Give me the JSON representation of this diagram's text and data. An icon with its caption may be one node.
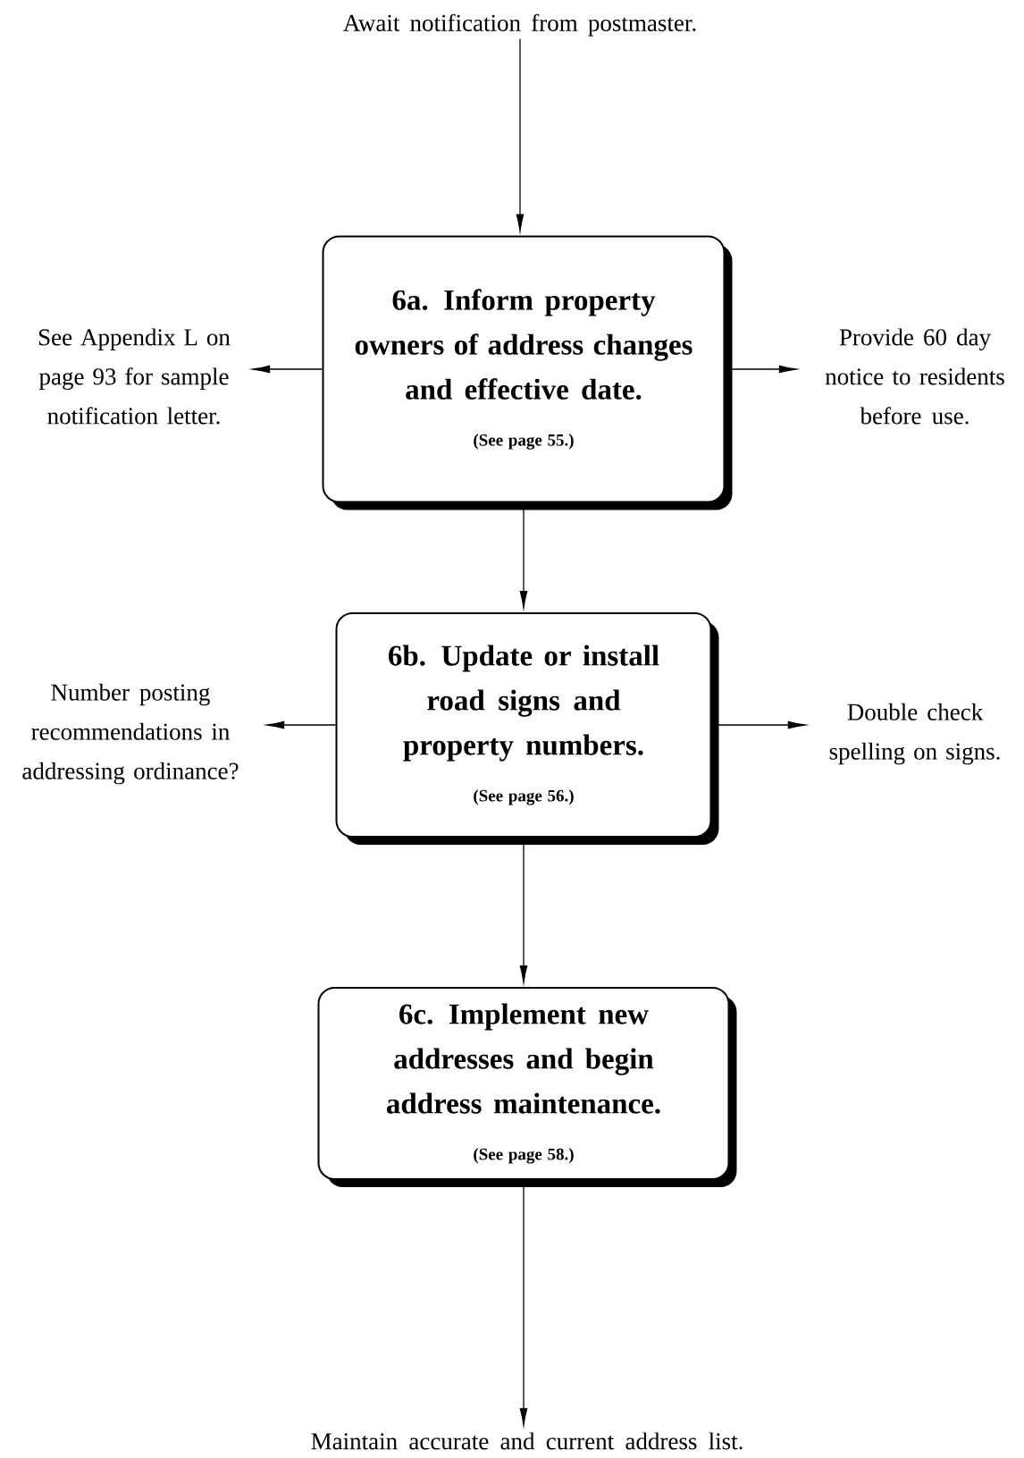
{
  "diagram": {
    "nodes": [
      {
        "text": [
          "Await notification from postmaster."
        ]
      },
      {
        "text": [
          "6a. Inform property owners of address changes and effective date.",
          "(See page 55.)"
        ]
      },
      {
        "text": [
          "See Appendix L on page 93 for sample notification letter."
        ]
      },
      {
        "text": [
          "Provide 60 day notice to residents before use."
        ]
      },
      {
        "text": [
          "6b. Update or install road signs and property numbers.",
          "(See page 56.)"
        ]
      },
      {
        "text": [
          "Number posting recommendations in addressing ordinance?"
        ]
      },
      {
        "text": [
          "Double check spelling on signs."
        ]
      },
      {
        "text": [
          "6c. Implement new addresses and begin address maintenance.",
          "(See page 58.)"
        ]
      },
      {
        "text": [
          "Maintain accurate and current address list."
        ]
      }
    ],
    "edges": [
      {
        "from": 0,
        "to": 1,
        "arrow": "to"
      },
      {
        "from": 1,
        "to": 2,
        "arrow": "to"
      },
      {
        "from": 1,
        "to": 3,
        "arrow": "to"
      },
      {
        "from": 1,
        "to": 4,
        "arrow": "to"
      },
      {
        "from": 4,
        "to": 5,
        "arrow": "to"
      },
      {
        "from": 4,
        "to": 6,
        "arrow": "to"
      },
      {
        "from": 4,
        "to": 7,
        "arrow": "to"
      },
      {
        "from": 7,
        "to": 8,
        "arrow": "to"
      }
    ]
  }
}
